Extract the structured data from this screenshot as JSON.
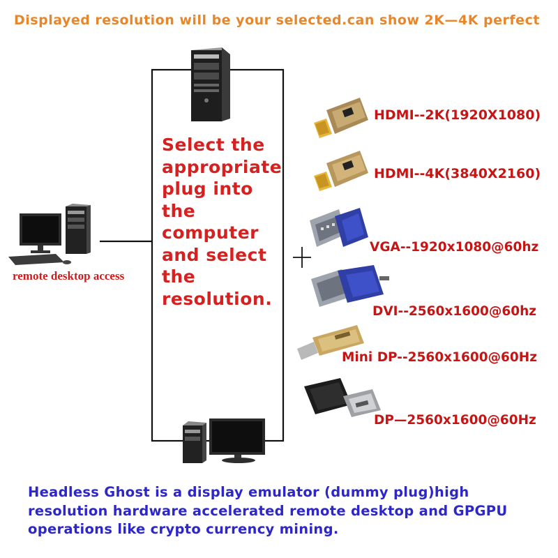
{
  "banner": {
    "text": "Displayed resolution will be your selected.can show 2K—4K perfect"
  },
  "instruction": {
    "lines": [
      "Select the",
      "appropriate",
      "plug into",
      "the",
      "computer",
      "and select",
      "the",
      "resolution."
    ]
  },
  "remote": {
    "label": "remote desktop access"
  },
  "plugs": [
    {
      "label": "HDMI--2K(1920X1080)",
      "icon": "hdmi-dummy-plug-icon"
    },
    {
      "label": "HDMI--4K(3840X2160)",
      "icon": "hdmi-dummy-plug-icon"
    },
    {
      "label": "VGA--1920x1080@60hz",
      "icon": "vga-connector-icon"
    },
    {
      "label": "DVI--2560x1600@60hz",
      "icon": "dvi-connector-icon"
    },
    {
      "label": "Mini DP--2560x1600@60Hz",
      "icon": "mini-dp-plug-icon"
    },
    {
      "label": "DP—2560x1600@60Hz",
      "icon": "displayport-plug-icon"
    }
  ],
  "footer": {
    "lines": [
      "Headless Ghost is a display emulator (dummy plug)high",
      "resolution hardware accelerated remote desktop and GPGPU",
      "operations like crypto currency mining."
    ]
  },
  "colors": {
    "banner": "#e8862b",
    "instruction": "#d62121",
    "plug_label": "#c51515",
    "footer": "#2d27c9"
  }
}
